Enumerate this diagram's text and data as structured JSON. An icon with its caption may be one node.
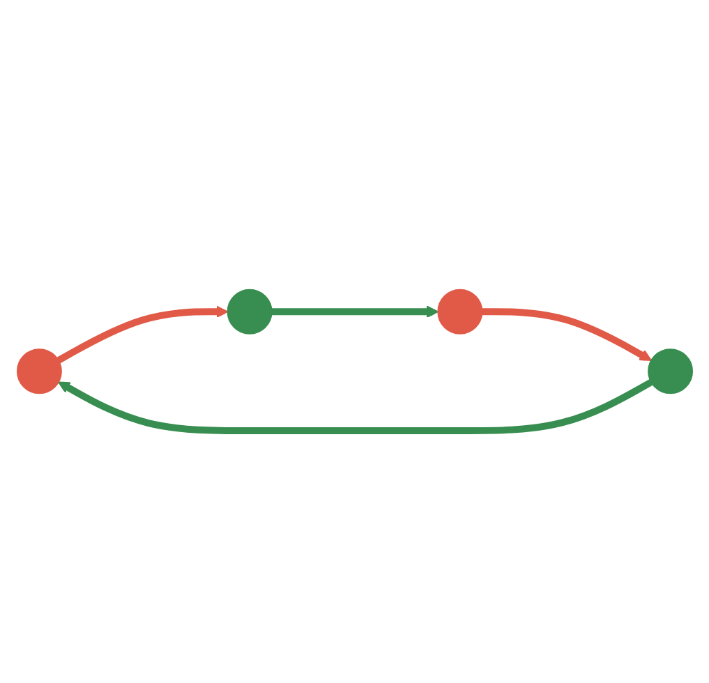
{
  "diagram": {
    "nodes": [
      {
        "text": [],
        "shape": "circle"
      },
      {
        "text": [],
        "shape": "circle"
      },
      {
        "text": [],
        "shape": "circle"
      },
      {
        "text": [],
        "shape": "circle"
      }
    ],
    "edges": [
      {
        "from": 0,
        "to": 1,
        "arrow": "to",
        "color": "#e05a47"
      },
      {
        "from": 1,
        "to": 3,
        "arrow": "to",
        "color": "#388e50"
      },
      {
        "from": 3,
        "to": 2,
        "arrow": "to",
        "color": "#e05a47"
      },
      {
        "from": 2,
        "to": 0,
        "arrow": "to",
        "color": "#388e50"
      }
    ]
  }
}
